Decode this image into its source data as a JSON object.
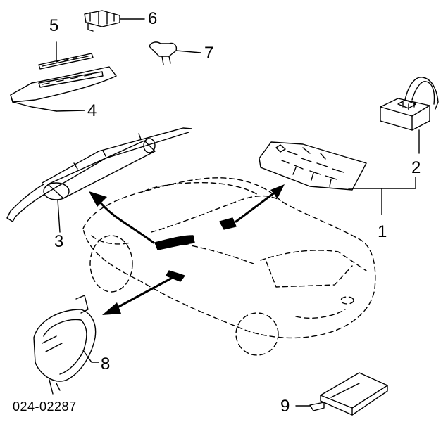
{
  "diagram": {
    "callouts": {
      "c1": "1",
      "c2": "2",
      "c3": "3",
      "c4": "4",
      "c5": "5",
      "c6": "6",
      "c7": "7",
      "c8": "8",
      "c9": "9"
    },
    "part_code": "024-02287",
    "ink_color": "#000000",
    "background_color": "#ffffff"
  }
}
